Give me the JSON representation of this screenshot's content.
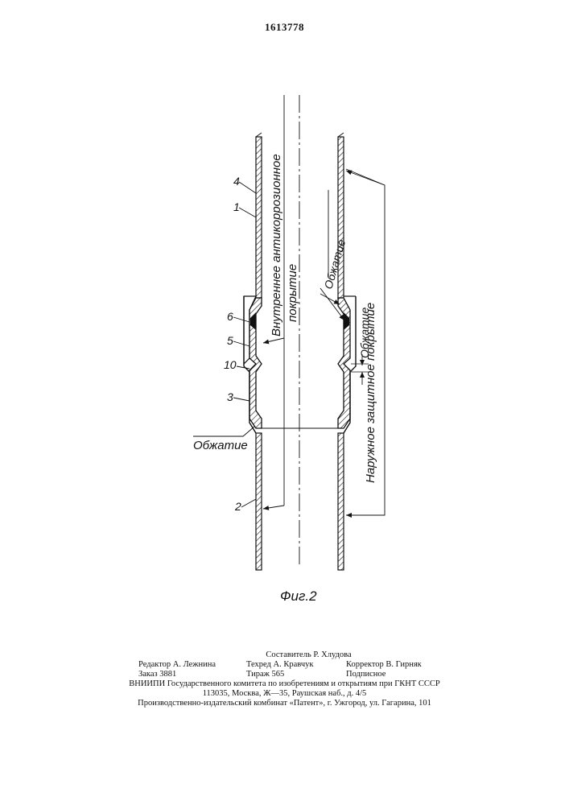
{
  "patent_number": "1613778",
  "labels": {
    "inner_coating": "Внутреннее антикоррозионное",
    "inner_coating_2": "покрытие",
    "crimp": "Обжатие",
    "outer_coating": "Наружное защитное покрытие"
  },
  "part_numbers": [
    "4",
    "1",
    "6",
    "5",
    "10",
    "3",
    "2"
  ],
  "figure_caption": "Фиг.2",
  "imprint": {
    "compiler": "Составитель Р. Хлудова",
    "editor": "Редактор А. Лежнина",
    "techred": "Техред А. Кравчук",
    "corrector": "Корректор В. Гирняк",
    "order": "Заказ 3881",
    "circulation": "Тираж 565",
    "subscription": "Подписное",
    "vniipi": "ВНИИПИ Государственного комитета по изобретениям и открытиям при ГКНТ СССР",
    "address": "113035, Москва, Ж—35, Раушская наб., д. 4/5",
    "plant": "Производственно-издательский комбинат «Патент», г. Ужгород, ул. Гагарина, 101"
  }
}
